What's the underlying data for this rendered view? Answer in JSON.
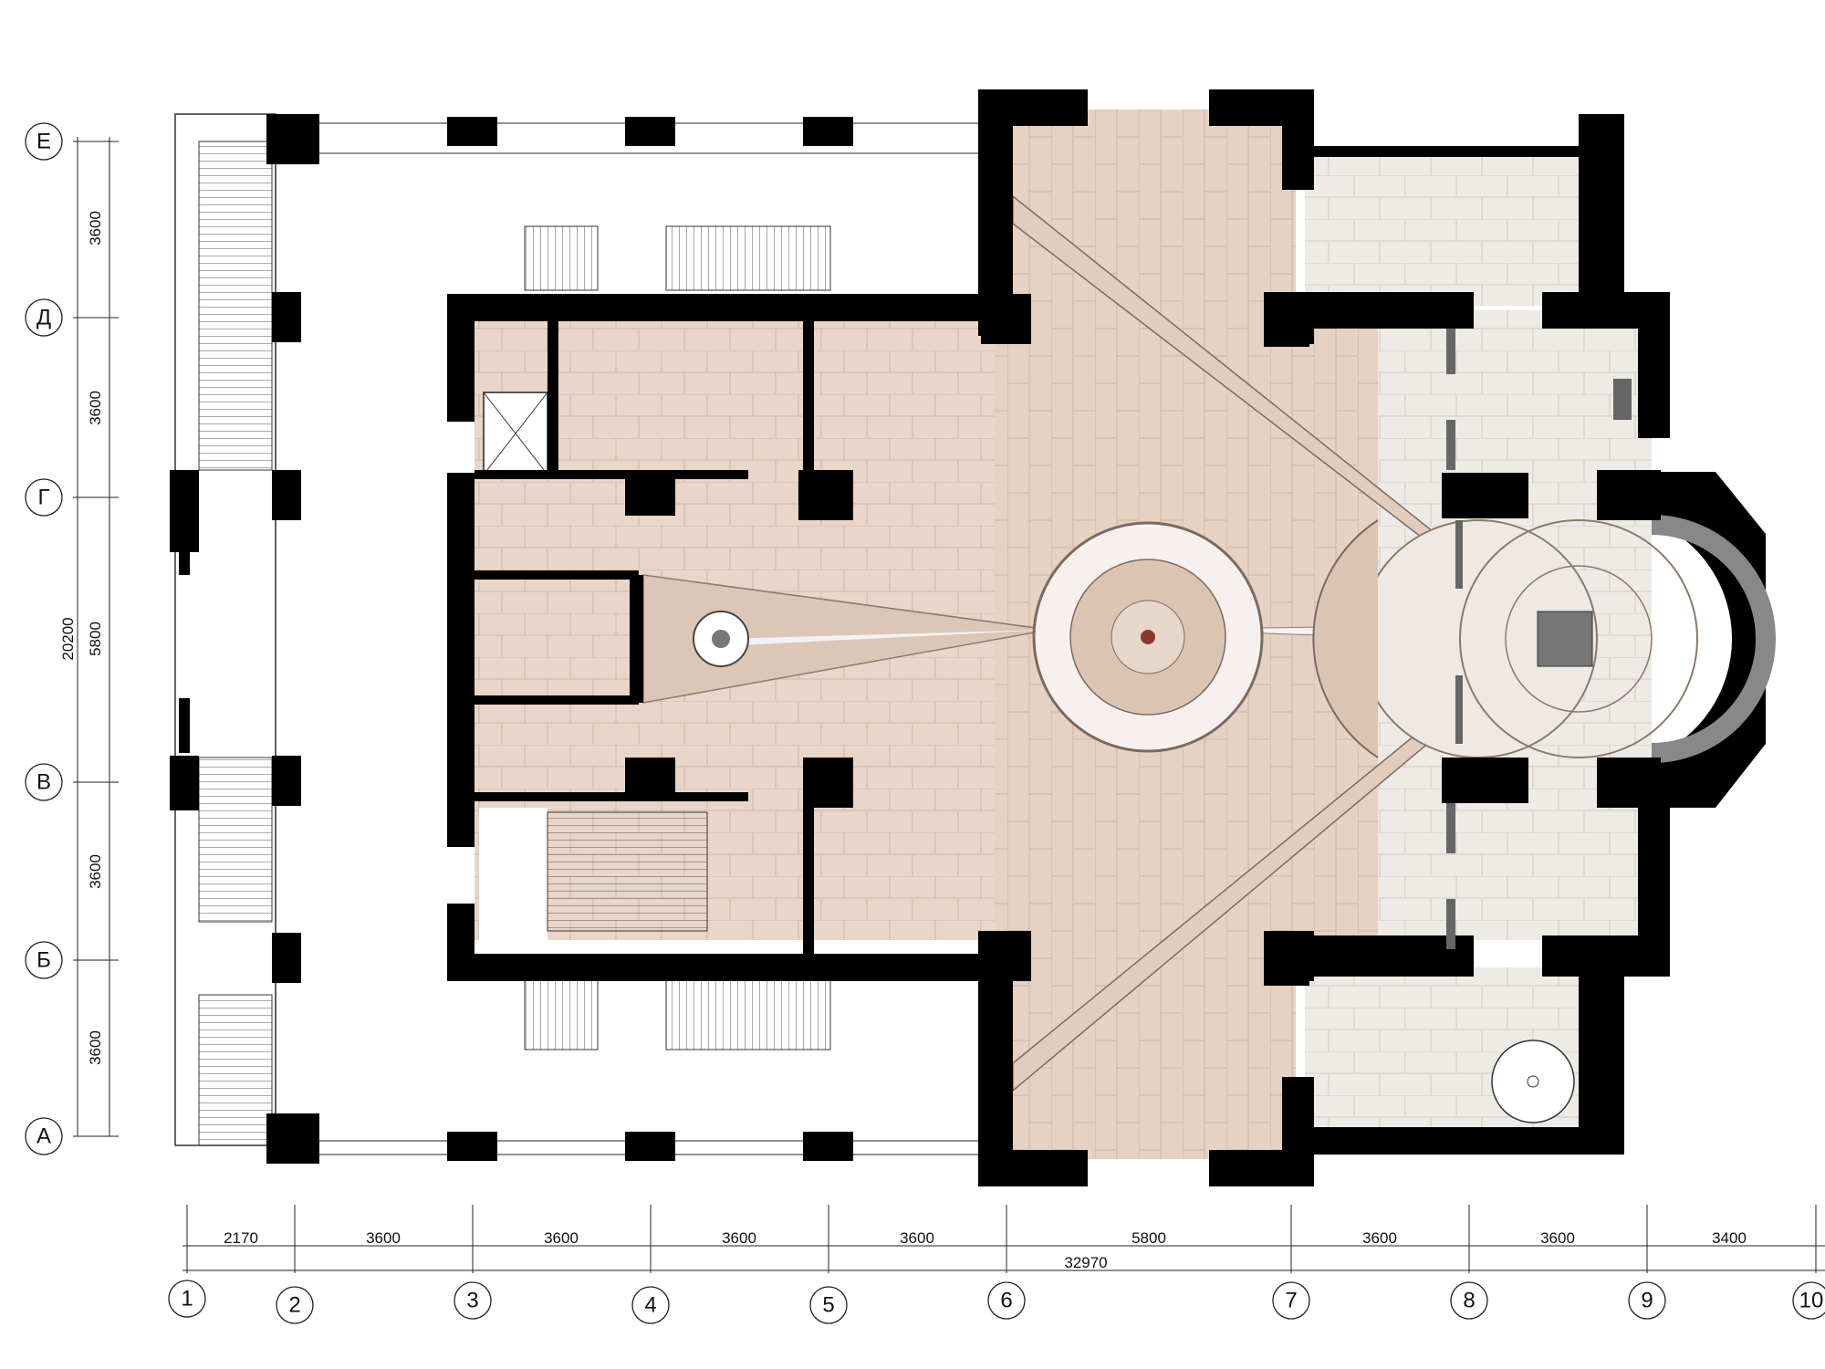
{
  "drawing": {
    "type": "floor plan",
    "colors": {
      "floor_warm": "#e8d5c7",
      "floor_light": "#efe9e3",
      "wall": "#000000",
      "marble": "#ede8ef",
      "tile_line": "#c9b4a4"
    }
  },
  "grid_axes": {
    "rows": [
      "Е",
      "Д",
      "Г",
      "В",
      "Б",
      "А"
    ],
    "columns": [
      "1",
      "2",
      "3",
      "4",
      "5",
      "6",
      "7",
      "8",
      "9",
      "10"
    ]
  },
  "dimensions": {
    "vertical_segments": [
      "3600",
      "3600",
      "5800",
      "3600",
      "3600"
    ],
    "vertical_total": "20200",
    "horizontal_segments": [
      "2170",
      "3600",
      "3600",
      "3600",
      "3600",
      "5800",
      "3600",
      "3600",
      "3400"
    ],
    "horizontal_total": "32970"
  }
}
